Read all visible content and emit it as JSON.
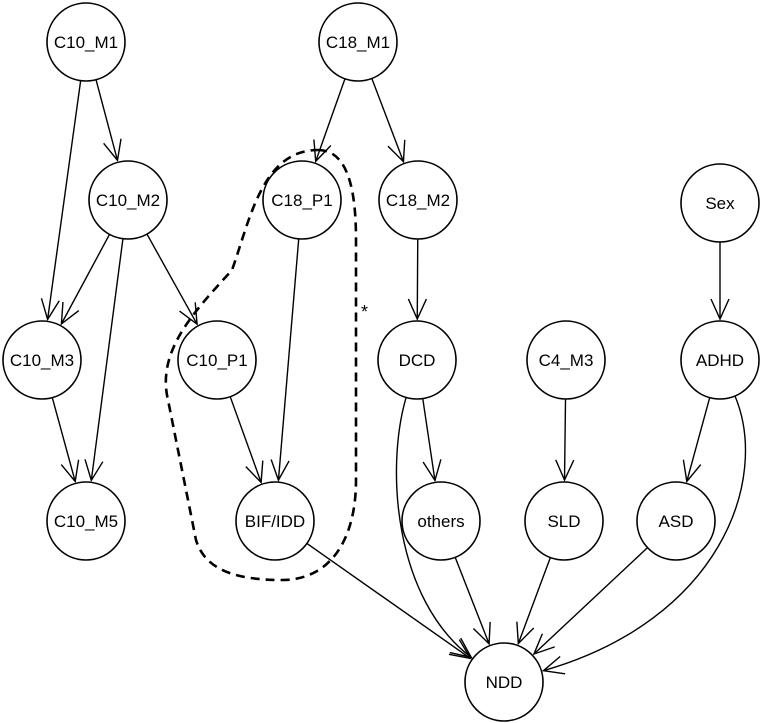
{
  "nodes": [
    {
      "id": "c10_m1",
      "label": "C10_M1"
    },
    {
      "id": "c18_m1",
      "label": "C18_M1"
    },
    {
      "id": "c10_m2",
      "label": "C10_M2"
    },
    {
      "id": "c18_p1",
      "label": "C18_P1"
    },
    {
      "id": "c18_m2",
      "label": "C18_M2"
    },
    {
      "id": "sex",
      "label": "Sex"
    },
    {
      "id": "c10_m3",
      "label": "C10_M3"
    },
    {
      "id": "c10_p1",
      "label": "C10_P1"
    },
    {
      "id": "dcd",
      "label": "DCD"
    },
    {
      "id": "c4_m3",
      "label": "C4_M3"
    },
    {
      "id": "adhd",
      "label": "ADHD"
    },
    {
      "id": "c10_m5",
      "label": "C10_M5"
    },
    {
      "id": "bif_idd",
      "label": "BIF/IDD"
    },
    {
      "id": "others",
      "label": "others"
    },
    {
      "id": "sld",
      "label": "SLD"
    },
    {
      "id": "asd",
      "label": "ASD"
    },
    {
      "id": "ndd",
      "label": "NDD"
    }
  ],
  "edges": [
    {
      "from": "c10_m1",
      "to": "c10_m2"
    },
    {
      "from": "c10_m1",
      "to": "c10_m3"
    },
    {
      "from": "c18_m1",
      "to": "c18_p1"
    },
    {
      "from": "c18_m1",
      "to": "c18_m2"
    },
    {
      "from": "c10_m2",
      "to": "c10_m3"
    },
    {
      "from": "c10_m2",
      "to": "c10_m5"
    },
    {
      "from": "c10_m2",
      "to": "c10_p1"
    },
    {
      "from": "c18_p1",
      "to": "bif_idd"
    },
    {
      "from": "c18_m2",
      "to": "dcd"
    },
    {
      "from": "sex",
      "to": "adhd"
    },
    {
      "from": "c10_m3",
      "to": "c10_m5"
    },
    {
      "from": "c10_p1",
      "to": "bif_idd"
    },
    {
      "from": "dcd",
      "to": "others"
    },
    {
      "from": "dcd",
      "to": "ndd"
    },
    {
      "from": "c4_m3",
      "to": "sld"
    },
    {
      "from": "adhd",
      "to": "asd"
    },
    {
      "from": "adhd",
      "to": "ndd"
    },
    {
      "from": "bif_idd",
      "to": "ndd"
    },
    {
      "from": "others",
      "to": "ndd"
    },
    {
      "from": "sld",
      "to": "ndd"
    },
    {
      "from": "asd",
      "to": "ndd"
    }
  ],
  "group": {
    "members": [
      "c18_p1",
      "c10_p1",
      "bif_idd"
    ],
    "marker": "*"
  }
}
